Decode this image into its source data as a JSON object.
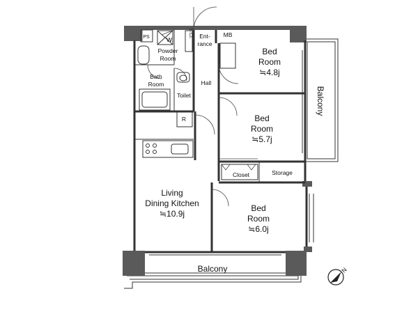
{
  "rooms": {
    "ps": "PS",
    "washer": "W.",
    "shoe_closet": "S.Cl.",
    "entrance": [
      "Ent-",
      "rance"
    ],
    "mb": "MB",
    "powder_room": [
      "Powder",
      "Room"
    ],
    "bath_room": [
      "Bath",
      "Room"
    ],
    "toilet": "Toilet",
    "hall": "Hall",
    "refrigerator": "R",
    "bed_room_1": [
      "Bed",
      "Room",
      "≒4.8j"
    ],
    "bed_room_2": [
      "Bed",
      "Room",
      "≒5.7j"
    ],
    "closet": "Closet",
    "storage": "Storage",
    "ldk": [
      "Living",
      "Dining Kitchen",
      "≒10.9j"
    ],
    "bed_room_3": [
      "Bed",
      "Room",
      "≒6.0j"
    ],
    "balcony_side": "Balcony",
    "balcony_bottom": "Balcony",
    "north_mark": "N"
  },
  "colors": {
    "wall": "#5a5a5a",
    "line": "#333333"
  }
}
